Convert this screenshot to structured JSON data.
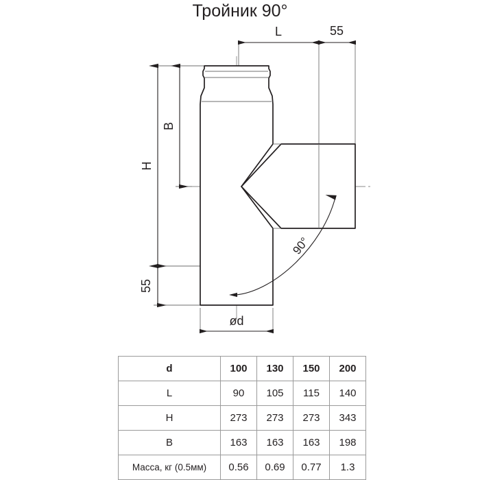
{
  "title": "Тройник 90°",
  "drawing": {
    "dimensions": {
      "length_top": "L",
      "socket_top": "55",
      "height_total": "H",
      "height_branch": "B",
      "socket_bottom": "55",
      "diameter": "ød",
      "angle": "90°"
    }
  },
  "table": {
    "rows": [
      {
        "label": "d",
        "values": [
          "100",
          "130",
          "150",
          "200"
        ]
      },
      {
        "label": "L",
        "values": [
          "90",
          "105",
          "115",
          "140"
        ]
      },
      {
        "label": "H",
        "values": [
          "273",
          "273",
          "273",
          "343"
        ]
      },
      {
        "label": "B",
        "values": [
          "163",
          "163",
          "163",
          "198"
        ]
      },
      {
        "label": "Масса, кг (0.5мм)",
        "values": [
          "0.56",
          "0.69",
          "0.77",
          "1.3"
        ]
      }
    ]
  },
  "colors": {
    "outline": "#231f20",
    "thin_line": "#6e6e6e",
    "table_border": "#9a9a9a",
    "background": "#ffffff"
  }
}
